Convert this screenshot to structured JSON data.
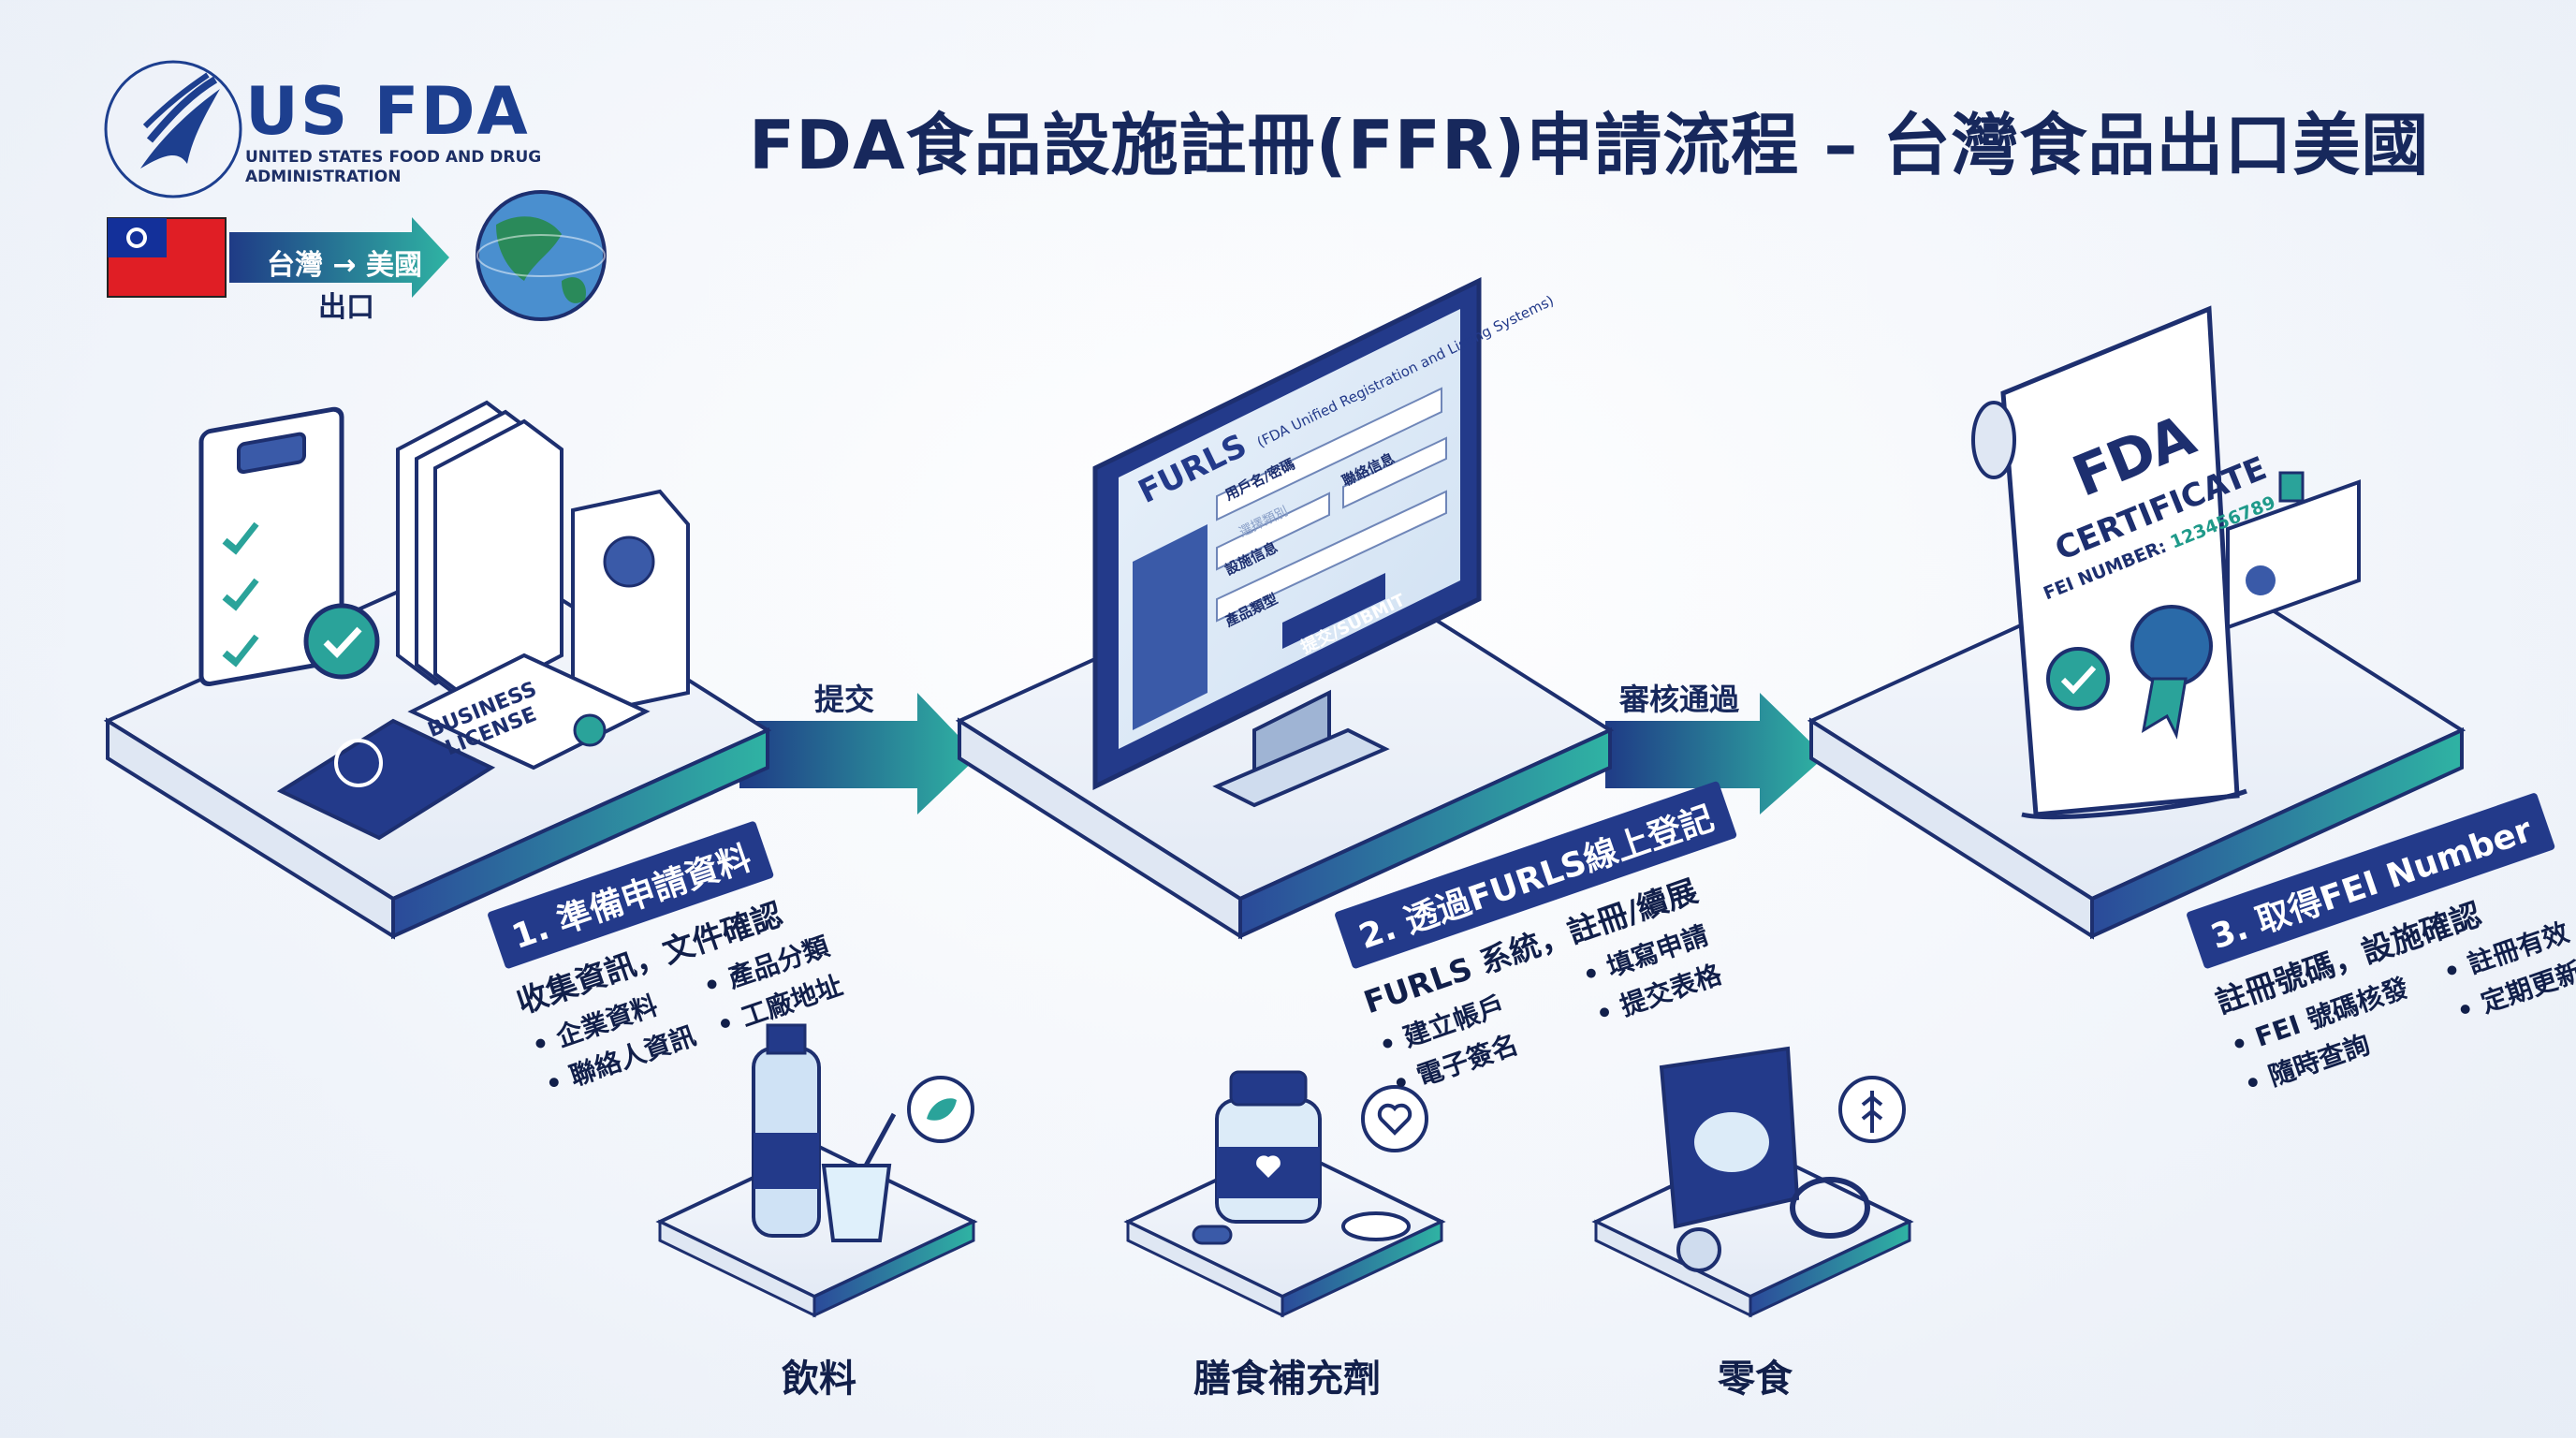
{
  "title": "FDA食品設施註冊(FFR)申請流程 – 台灣食品出口美國",
  "logo": {
    "name": "US FDA",
    "subtitle_line1": "UNITED STATES FOOD AND DRUG",
    "subtitle_line2": "ADMINISTRATION"
  },
  "route": {
    "label": "台灣 → 美國",
    "sub": "出口"
  },
  "arrows": [
    "提交",
    "審核通過"
  ],
  "steps": [
    {
      "tag": "1. 準備申請資料",
      "heading": "收集資訊，文件確認",
      "items": [
        "• 企業資料",
        "• 產品分類",
        "• 聯絡人資訊",
        "• 工廠地址"
      ]
    },
    {
      "tag": "2. 透過FURLS線上登記",
      "heading": "FURLS 系統，註冊/續展",
      "items": [
        "• 建立帳戶",
        "• 填寫申請",
        "• 電子簽名",
        "• 提交表格"
      ]
    },
    {
      "tag": "3. 取得FEI Number",
      "heading": "註冊號碼，設施確認",
      "items": [
        "• FEI 號碼核發",
        "• 註冊有效",
        "• 隨時查詢",
        "• 定期更新"
      ]
    }
  ],
  "props": {
    "license": "BUSINESS LICENSE",
    "furls_title": "FURLS",
    "furls_sub": "(FDA Unified Registration and Listing Systems)",
    "furls_fields": [
      "用戶名/密碼",
      "選擇類別",
      "設施信息",
      "產品類型"
    ],
    "furls_field_right": "聯絡信息",
    "furls_submit": "提交/SUBMIT",
    "cert_logo": "FDA",
    "cert_title": "CERTIFICATE",
    "cert_fei_label": "FEI NUMBER:",
    "cert_fei_value": "123456789"
  },
  "categories": [
    "飲料",
    "膳食補充劑",
    "零食"
  ],
  "colors": {
    "navy": "#1d2f6f",
    "teal": "#2aa39a",
    "platform": "#e9eff8"
  }
}
